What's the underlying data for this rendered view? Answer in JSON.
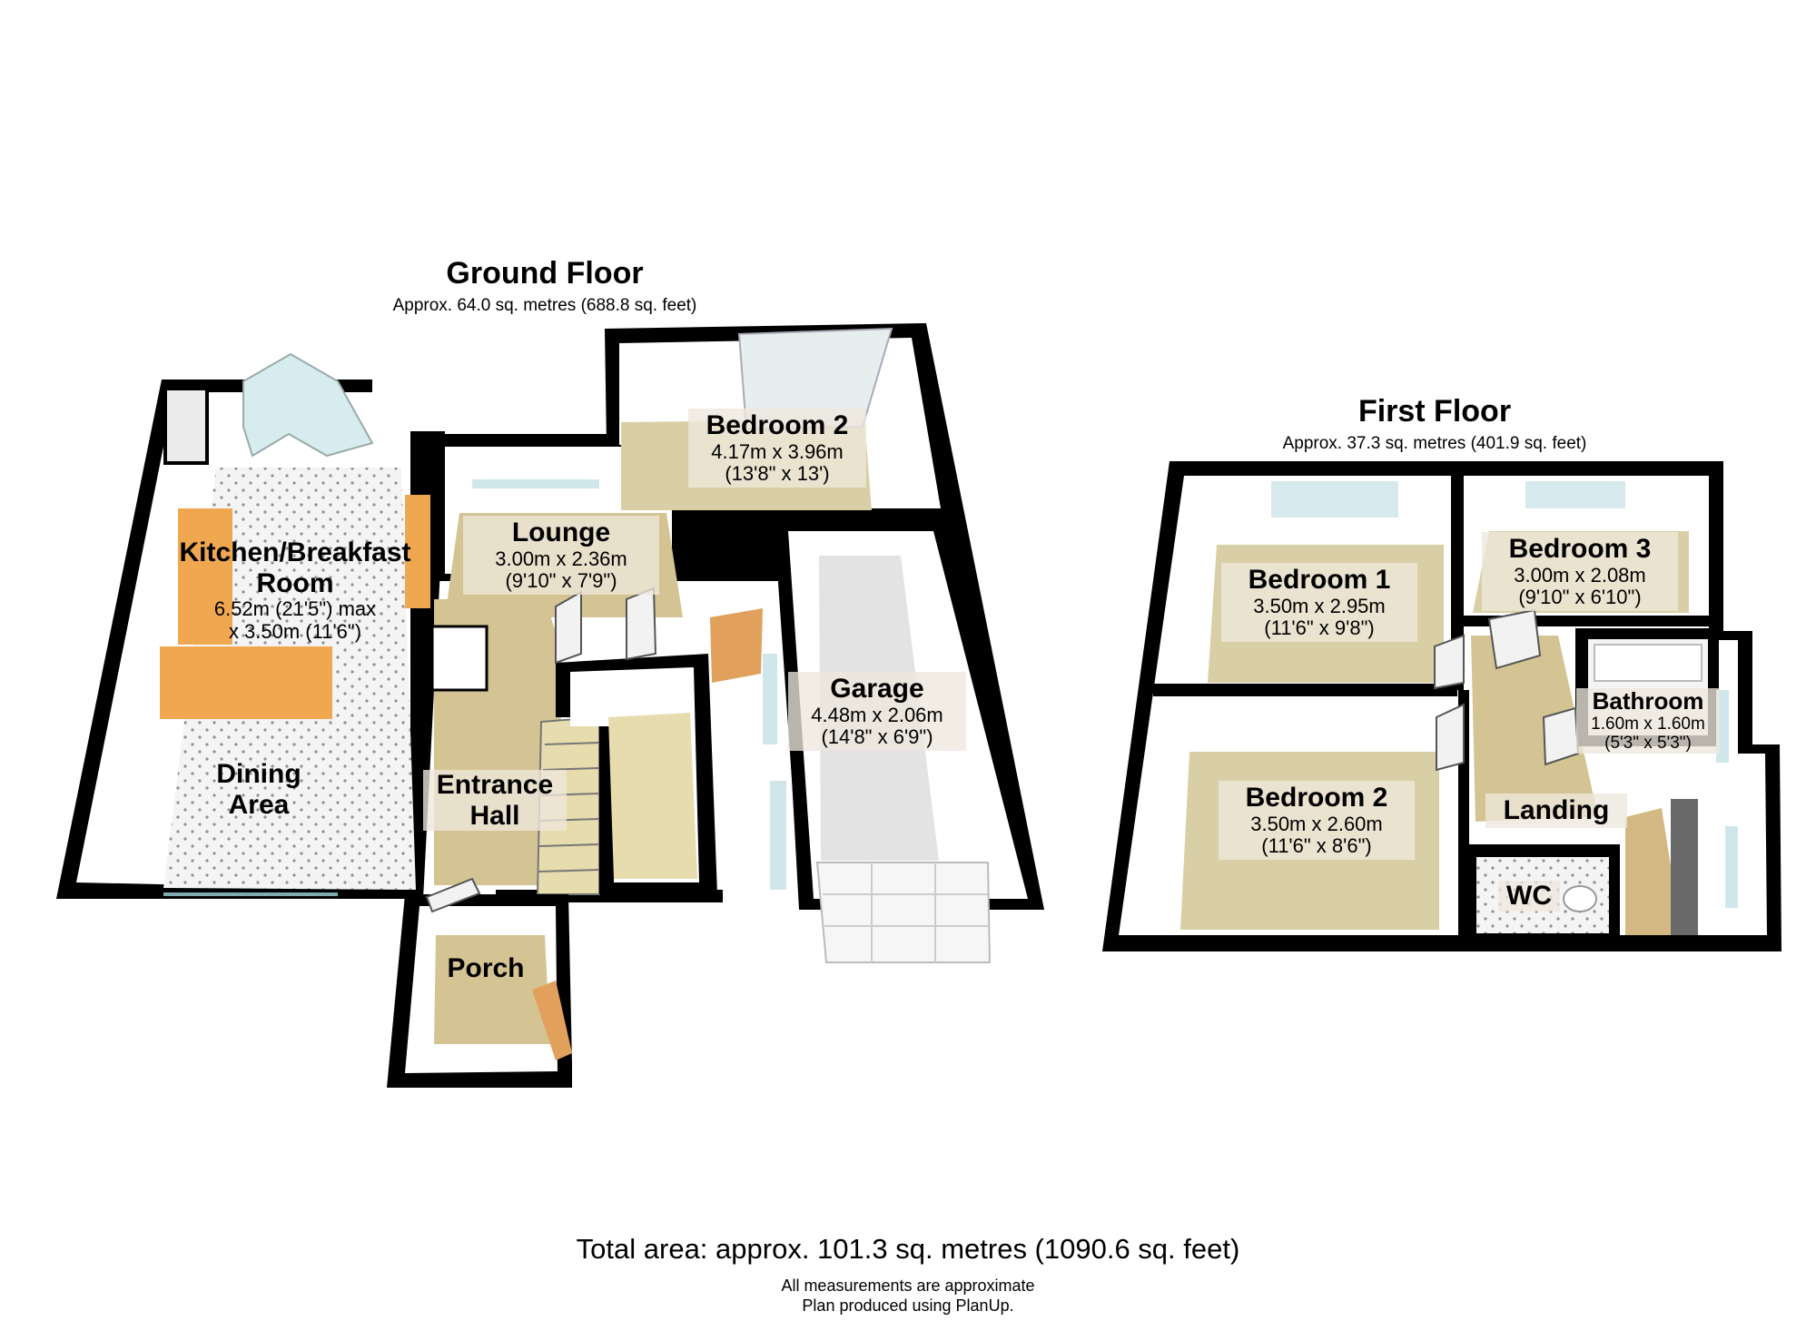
{
  "ground_floor": {
    "title": "Ground Floor",
    "area": "Approx. 64.0 sq. metres (688.8 sq. feet)",
    "rooms": {
      "kitchen": {
        "name_line1": "Kitchen/Breakfast",
        "name_line2": "Room",
        "dim_line1": "6.52m (21'5\") max",
        "dim_line2": "x 3.50m (11'6\")"
      },
      "dining": {
        "name_line1": "Dining",
        "name_line2": "Area"
      },
      "lounge": {
        "name": "Lounge",
        "dim_metric": "3.00m x 2.36m",
        "dim_imperial": "(9'10\" x 7'9\")"
      },
      "bedroom2": {
        "name": "Bedroom 2",
        "dim_metric": "4.17m x 3.96m",
        "dim_imperial": "(13'8\" x 13')"
      },
      "garage": {
        "name": "Garage",
        "dim_metric": "4.48m x 2.06m",
        "dim_imperial": "(14'8\" x 6'9\")"
      },
      "entrance_hall": {
        "name_line1": "Entrance",
        "name_line2": "Hall"
      },
      "porch": {
        "name": "Porch"
      }
    }
  },
  "first_floor": {
    "title": "First Floor",
    "area": "Approx. 37.3 sq. metres (401.9 sq. feet)",
    "rooms": {
      "bedroom1": {
        "name": "Bedroom 1",
        "dim_metric": "3.50m x 2.95m",
        "dim_imperial": "(11'6\" x 9'8\")"
      },
      "bedroom3": {
        "name": "Bedroom 3",
        "dim_metric": "3.00m x 2.08m",
        "dim_imperial": "(9'10\" x 6'10\")"
      },
      "bedroom2": {
        "name": "Bedroom 2",
        "dim_metric": "3.50m x 2.60m",
        "dim_imperial": "(11'6\" x 8'6\")"
      },
      "bathroom": {
        "name": "Bathroom",
        "dim_metric": "1.60m x 1.60m",
        "dim_imperial": "(5'3\" x 5'3\")"
      },
      "landing": {
        "name": "Landing"
      },
      "wc": {
        "name": "WC"
      }
    }
  },
  "footer": {
    "total_area": "Total area: approx. 101.3 sq. metres (1090.6 sq. feet)",
    "note_line1": "All measurements are approximate",
    "note_line2": "Plan produced using PlanUp."
  },
  "colors": {
    "wall": "#000000",
    "inner_wall": "#ffffff",
    "carpet": "#d9cfa6",
    "hall_floor": "#d4c493",
    "kitchen_floor": "#eeeeee",
    "garage_floor": "#e3e3e3",
    "worktop": "#f0a850",
    "window": "#cfe7ea",
    "door": "#e1a15c"
  }
}
